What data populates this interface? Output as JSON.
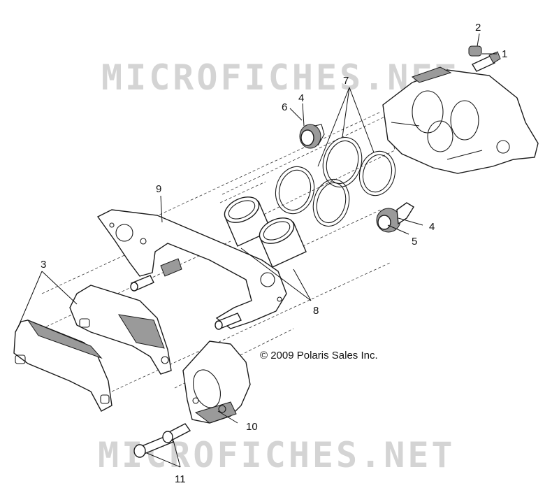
{
  "watermark": {
    "top_text": "MICROFICHES.NET",
    "bottom_text": "MICROFICHES.NET"
  },
  "copyright": "© 2009 Polaris Sales Inc.",
  "callouts": [
    {
      "id": "c1",
      "label": "1"
    },
    {
      "id": "c2",
      "label": "2"
    },
    {
      "id": "c3",
      "label": "3"
    },
    {
      "id": "c4a",
      "label": "4"
    },
    {
      "id": "c4b",
      "label": "4"
    },
    {
      "id": "c5",
      "label": "5"
    },
    {
      "id": "c6",
      "label": "6"
    },
    {
      "id": "c7",
      "label": "7"
    },
    {
      "id": "c8",
      "label": "8"
    },
    {
      "id": "c9",
      "label": "9"
    },
    {
      "id": "c10",
      "label": "10"
    },
    {
      "id": "c11",
      "label": "11"
    }
  ]
}
